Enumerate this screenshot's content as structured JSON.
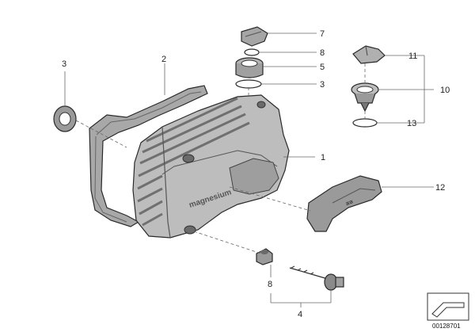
{
  "diagram": {
    "callouts": {
      "c1": "1",
      "c2": "2",
      "c3a": "3",
      "c3b": "3",
      "c4": "4",
      "c5": "5",
      "c7": "7",
      "c8a": "8",
      "c8b": "8",
      "c10": "10",
      "c11": "11",
      "c12": "12",
      "c13": "13"
    },
    "embossed_text": "magnesium",
    "reference_id": "00128701",
    "colors": {
      "part_fill": "#b8b8b8",
      "part_dark": "#8a8a8a",
      "outline": "#2a2a2a",
      "leader": "#666666"
    }
  }
}
